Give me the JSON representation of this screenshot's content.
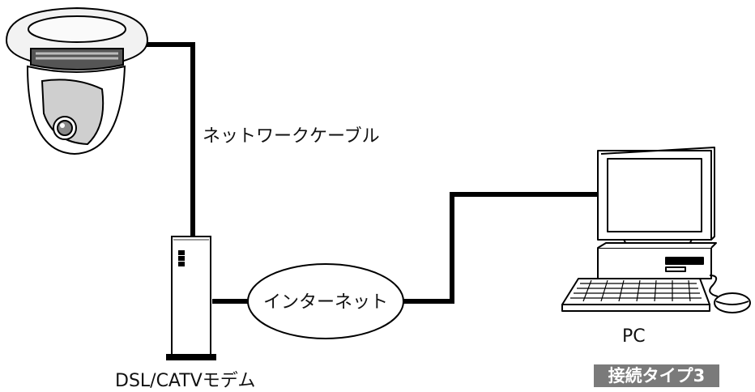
{
  "labels": {
    "network_cable": "ネットワークケーブル",
    "internet": "インターネット",
    "modem": "DSL/CATVモデム",
    "pc": "PC",
    "connection_type": "接続タイプ3"
  },
  "icons": {
    "camera": "dome-camera-icon",
    "modem": "modem-icon",
    "computer": "desktop-pc-icon",
    "mouse": "mouse-icon"
  },
  "colors": {
    "line": "#000000",
    "badge_bg": "#7a7a7a",
    "badge_text": "#ffffff"
  }
}
